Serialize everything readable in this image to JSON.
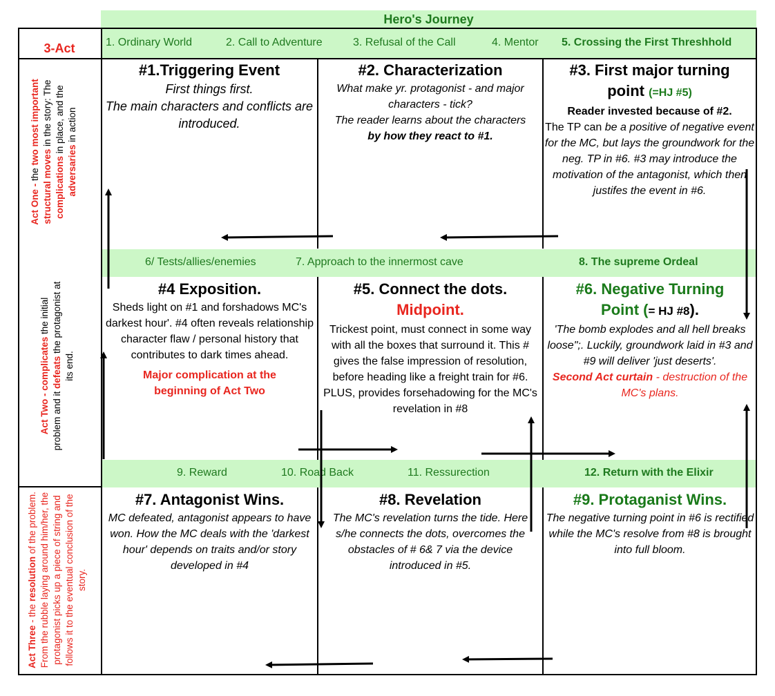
{
  "header": {
    "hero_journey": "Hero's Journey",
    "three_act": "3-Act"
  },
  "hj_steps": {
    "row1": [
      "1. Ordinary World",
      "2. Call to Adventure",
      "3. Refusal of the Call",
      "4. Mentor",
      "5. Crossing the First Threshhold"
    ],
    "row2": [
      "6/ Tests/allies/enemies",
      "7. Approach to the innermost cave",
      "8. The supreme Ordeal"
    ],
    "row3": [
      "9. Reward",
      "10. Road Back",
      "11. Ressurection",
      "12. Return with the Elixir"
    ]
  },
  "acts": {
    "one": {
      "label": "Act One",
      "dash": " - ",
      "t1": "the ",
      "b1": "two most important structural moves",
      "t2": " in the story: The ",
      "b2": "complications",
      "t3": " in place, and the ",
      "b3": "adversaries",
      "t4": " in action"
    },
    "two": {
      "label": "Act Two - complicates",
      "t1": " the initial problem and it ",
      "b1": "defeats",
      "t2": " the protagonist at its end."
    },
    "three": {
      "label": "Act Three",
      "t1": " - the ",
      "b1": "resolution",
      "t2": " of the problem. From the rubble laying around him/her, the protagonist picks up a piece of string and follows it to the eventual conclusion of the story."
    }
  },
  "cells": {
    "c1": {
      "title": "#1.Triggering Event",
      "l1": "First things first.",
      "l2": "The main characters and conflicts are introduced."
    },
    "c2": {
      "title": "#2. Characterization",
      "l1": "What make yr. protagonist - and major characters - tick?",
      "l2": "The reader learns about the characters",
      "l3": "by how they react to #1."
    },
    "c3": {
      "title_a": "#3. First major turning",
      "title_b": "point",
      "hj_ref": "(=HJ #5)",
      "l1": "Reader invested because of #2.",
      "l2a": "The TP can ",
      "l2b": "be a positive of negative event for the MC, but lays the groundwork for the neg. TP in #6. #3 may introduce the motivation of the antagonist, which then justifes the event in #6."
    },
    "c4": {
      "title": "#4 Exposition.",
      "l1": "Sheds light on #1 and forshadows MC's darkest hour'. #4 often reveals relationship character flaw / personal history that contributes to dark times ahead.",
      "l2": "Major complication at the beginning of Act Two"
    },
    "c5": {
      "title": "#5. Connect the dots.",
      "sub": "Midpoint.",
      "l1": "Trickest point, must connect in some way with all the boxes that surround it. This # gives the false impression of resolution, before heading like a freight train for #6. PLUS, provides forsehadowing for the MC's revelation in #8"
    },
    "c6": {
      "title_a": "#6. Negative Turning",
      "title_b": "Point (",
      "title_c": "= HJ #8",
      "title_d": ").",
      "l1": "'The bomb explodes and all hell breaks loose\";. Luckily, groundwork laid in #3 and #9 will deliver 'just deserts'.",
      "l2a": "Second Act curtain",
      "l2b": "  - destruction of the MC's plans."
    },
    "c7": {
      "title": "#7. Antagonist Wins.",
      "l1": "MC defeated, antagonist appears to have won. How the MC deals with the 'darkest hour' depends on traits and/or story developed in #4"
    },
    "c8": {
      "title": "#8. Revelation",
      "l1": "The MC's revelation turns the tide. Here s/he connects the dots, overcomes the obstacles of # 6& 7 via the device introduced in #5."
    },
    "c9": {
      "title": "#9. Protaganist Wins.",
      "l1": "The negative turning point in #6 is rectified while the MC's resolve from #8 is brought into full bloom."
    }
  },
  "colors": {
    "band": "#ccf7c7",
    "red": "#e8261f",
    "green": "#1a7a1a"
  }
}
